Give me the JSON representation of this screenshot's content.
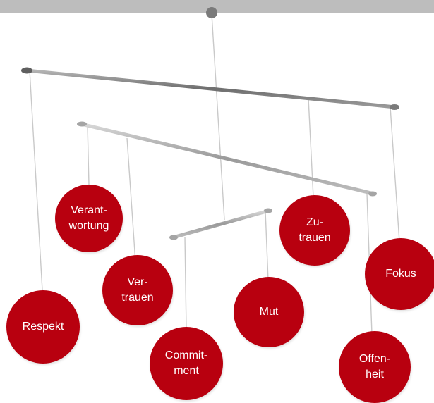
{
  "values": {
    "respekt": "Respekt",
    "verantwortung": "Verant-\nwortung",
    "vertrauen": "Ver-\ntrauen",
    "commitment": "Commit-\nment",
    "mut": "Mut",
    "zutrauen": "Zu-\ntrauen",
    "fokus": "Fokus",
    "offenheit": "Offen-\nheit"
  },
  "colors": {
    "ball": "#b8000f",
    "bar": "#8c8c8c",
    "string": "#c8c8c8",
    "topbar": "#bdbdbd"
  }
}
